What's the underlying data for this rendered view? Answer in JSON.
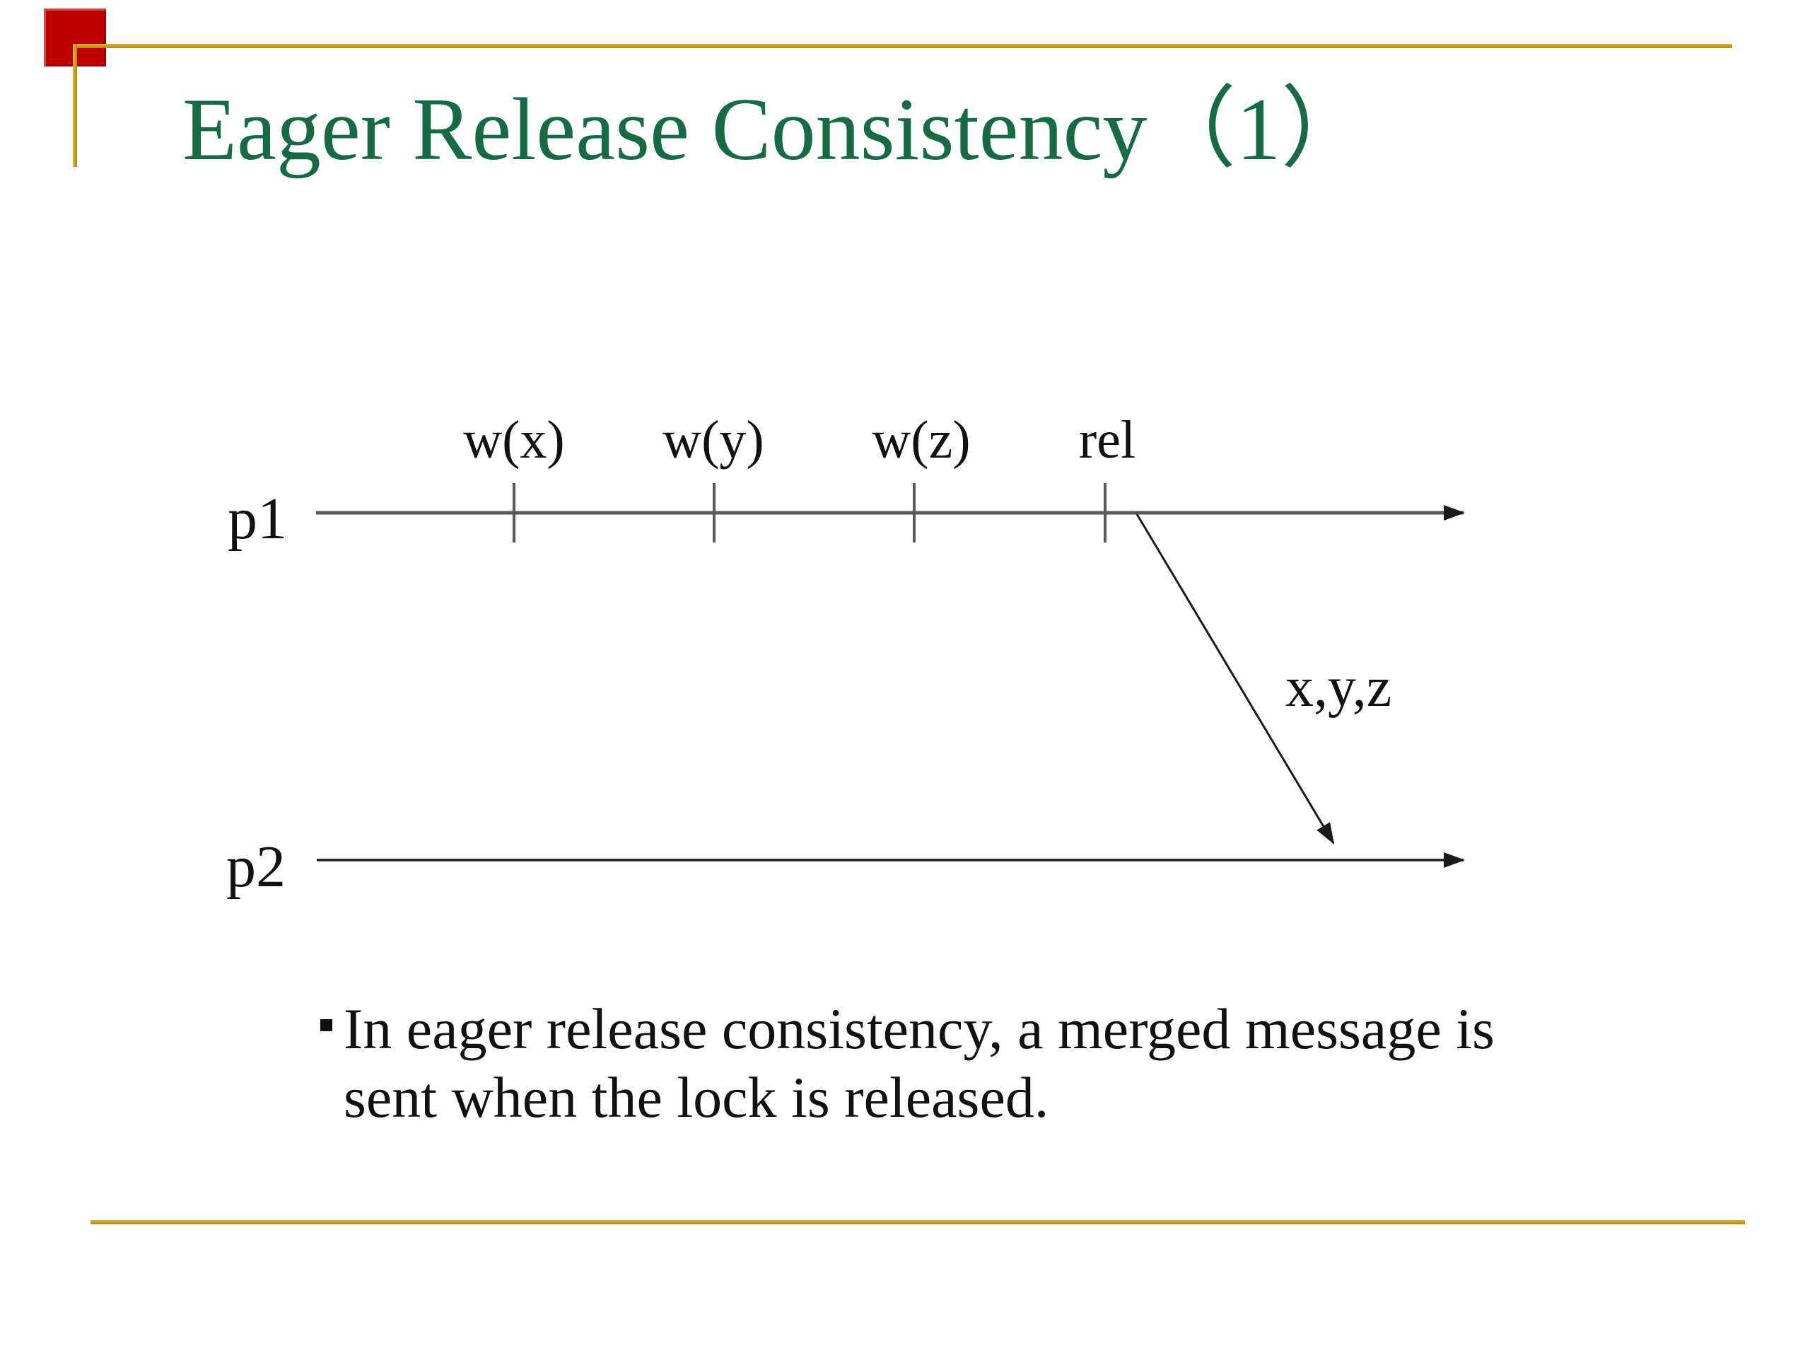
{
  "slide": {
    "title": "Eager Release Consistency（1）",
    "diagram": {
      "processes": [
        {
          "label": "p1"
        },
        {
          "label": "p2"
        }
      ],
      "events": [
        {
          "label": "w(x)"
        },
        {
          "label": "w(y)"
        },
        {
          "label": "w(z)"
        },
        {
          "label": "rel"
        }
      ],
      "message_label": "x,y,z"
    },
    "bullet": {
      "marker": "▪",
      "line1": "In eager release consistency, a merged message is",
      "line2": "sent when the lock is released."
    },
    "colors": {
      "title_green": "#166b45",
      "gold": "#c89415",
      "red_accent": "#c00000",
      "timeline_gray": "#595959",
      "ink_black": "#1a1a1a"
    }
  }
}
